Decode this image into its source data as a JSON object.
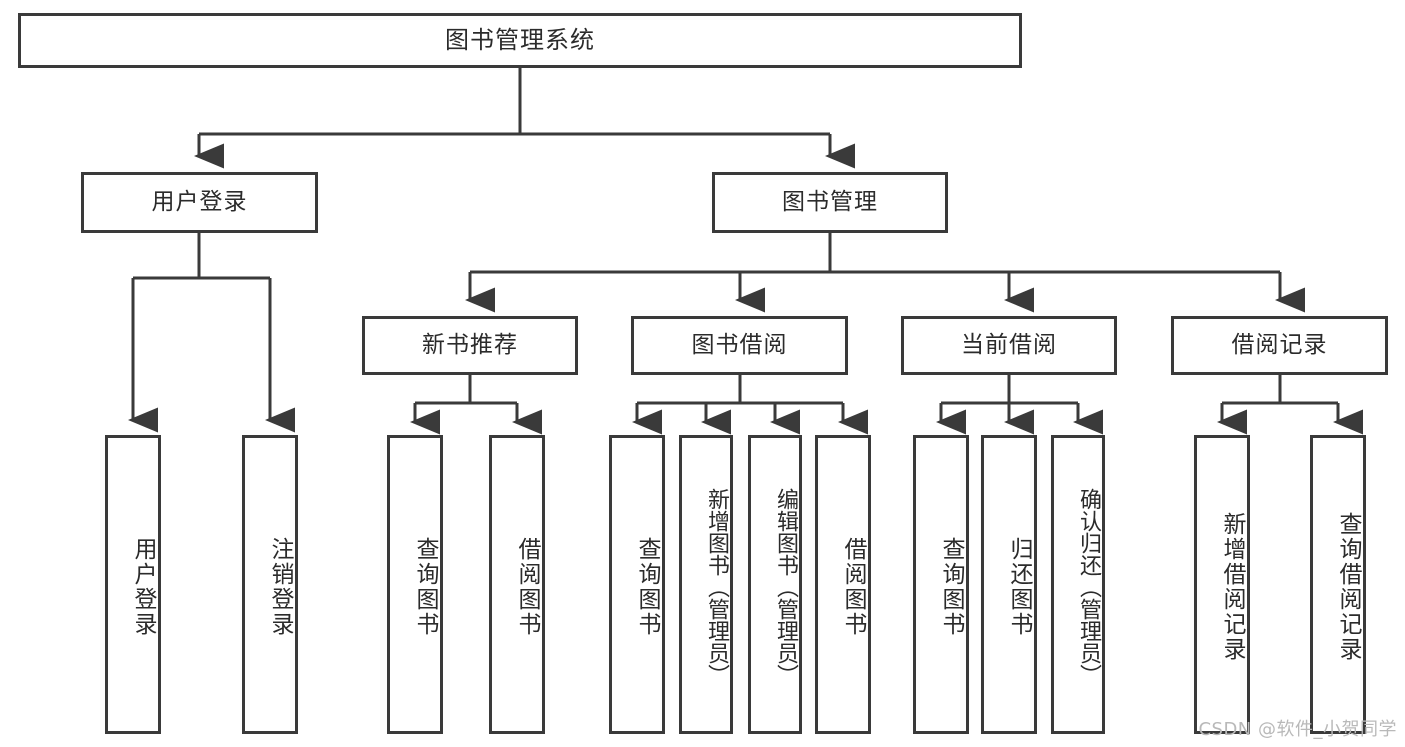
{
  "diagram": {
    "title": "图书管理系统",
    "type": "tree-hierarchy-diagram",
    "root": {
      "id": "root",
      "label": "图书管理系统"
    },
    "level2": [
      {
        "id": "user-login",
        "label": "用户登录"
      },
      {
        "id": "book-management",
        "label": "图书管理"
      }
    ],
    "level3": [
      {
        "id": "new-book-recommend",
        "label": "新书推荐",
        "parent": "book-management"
      },
      {
        "id": "book-borrow",
        "label": "图书借阅",
        "parent": "book-management"
      },
      {
        "id": "current-borrow",
        "label": "当前借阅",
        "parent": "book-management"
      },
      {
        "id": "borrow-record",
        "label": "借阅记录",
        "parent": "book-management"
      }
    ],
    "leaves": {
      "user_login": [
        {
          "id": "leaf-user-login",
          "label": "用户登录"
        },
        {
          "id": "leaf-user-logout",
          "label": "注销登录"
        }
      ],
      "new_book_recommend": [
        {
          "id": "leaf-query-book-1",
          "label": "查询图书"
        },
        {
          "id": "leaf-borrow-book-1",
          "label": "借阅图书"
        }
      ],
      "book_borrow": [
        {
          "id": "leaf-query-book-2",
          "label": "查询图书"
        },
        {
          "id": "leaf-add-book",
          "label": "新增图书（管理员）"
        },
        {
          "id": "leaf-edit-book",
          "label": "编辑图书（管理员）"
        },
        {
          "id": "leaf-borrow-book-2",
          "label": "借阅图书"
        }
      ],
      "current_borrow": [
        {
          "id": "leaf-query-book-3",
          "label": "查询图书"
        },
        {
          "id": "leaf-return-book",
          "label": "归还图书"
        },
        {
          "id": "leaf-confirm-return",
          "label": "确认归还（管理员）"
        }
      ],
      "borrow_record": [
        {
          "id": "leaf-add-record",
          "label": "新增借阅记录"
        },
        {
          "id": "leaf-query-record",
          "label": "查询借阅记录"
        }
      ]
    },
    "colors": {
      "box_border": "#3a3a3a",
      "box_fill": "#ffffff",
      "connector": "#3a3a3a",
      "text": "#2b2b2b",
      "watermark": "#b9b9b9",
      "background": "#ffffff"
    }
  },
  "watermark": {
    "text": "CSDN @软件_小贺同学"
  }
}
